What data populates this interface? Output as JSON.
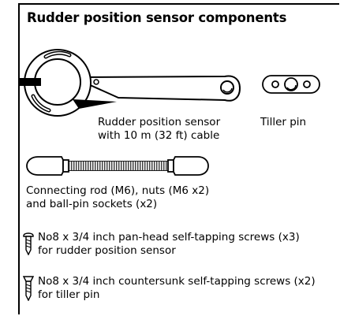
{
  "title": "Rudder position sensor components",
  "sensor": {
    "caption_line1": "Rudder position sensor",
    "caption_line2": "with 10 m (32 ft) cable"
  },
  "tiller": {
    "caption": "Tiller pin"
  },
  "rod": {
    "caption_line1": "Connecting rod (M6), nuts (M6 x2)",
    "caption_line2": "and ball-pin sockets (x2)"
  },
  "screws": [
    {
      "icon": "pan-head-screw-icon",
      "line1": "No8 x 3/4 inch pan-head self-tapping screws (x3)",
      "line2": "for rudder position sensor"
    },
    {
      "icon": "countersunk-screw-icon",
      "line1": "No8 x 3/4 inch countersunk self-tapping screws (x2)",
      "line2": "for tiller pin"
    }
  ]
}
